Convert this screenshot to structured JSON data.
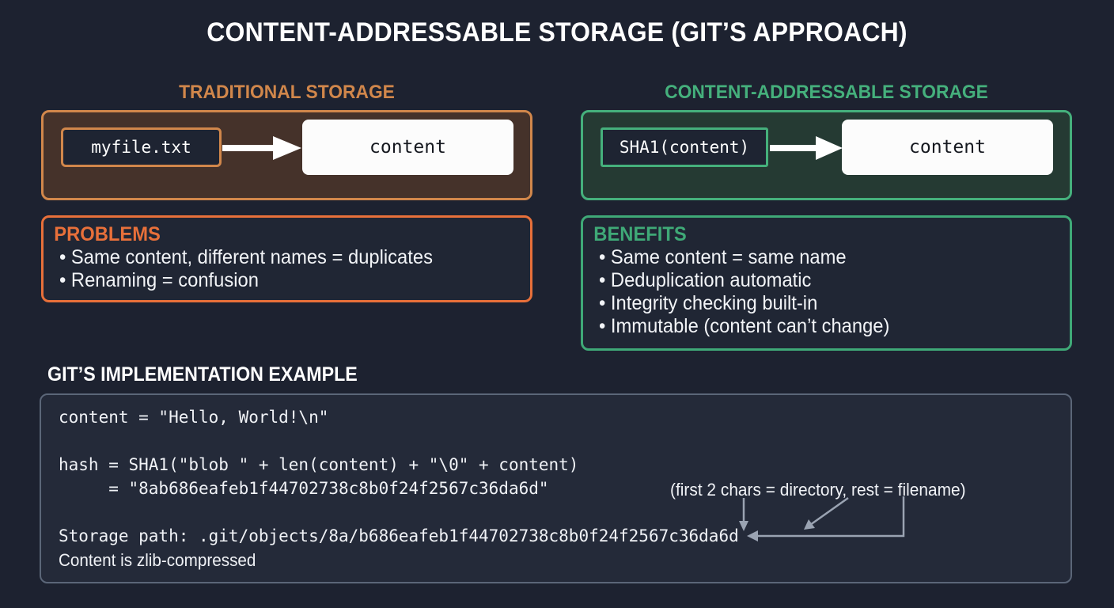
{
  "title": "CONTENT-ADDRESSABLE STORAGE (GIT’S APPROACH)",
  "colors": {
    "page_bg": "#1d2230",
    "orange_accent": "#d1874b",
    "orange_border": "#e8703a",
    "green_accent": "#45b07c",
    "green_border": "#3fa977",
    "panel_left_bg": "#45322a",
    "panel_right_bg": "#253a33",
    "code_bg": "#242a39",
    "code_border": "#5b6678",
    "text_white": "#f0f2f6"
  },
  "left": {
    "header": "TRADITIONAL STORAGE",
    "key_label": "myfile.txt",
    "value_label": "content",
    "arrow": "right-arrow-icon",
    "list": {
      "title": "PROBLEMS",
      "items": [
        "Same content, different names = duplicates",
        "Renaming = confusion"
      ]
    }
  },
  "right": {
    "header": "CONTENT-ADDRESSABLE STORAGE",
    "key_label": "SHA1(content)",
    "value_label": "content",
    "arrow": "right-arrow-icon",
    "list": {
      "title": "BENEFITS",
      "items": [
        "Same content = same name",
        "Deduplication automatic",
        "Integrity checking built-in",
        "Immutable (content can’t change)"
      ]
    }
  },
  "code_section": {
    "header": "GIT’S IMPLEMENTATION EXAMPLE",
    "line_content": "content = \"Hello, World!\\n\"",
    "line_hash_1": "hash = SHA1(\"blob \" + len(content) + \"\\0\" + content)",
    "line_hash_2": "     = \"8ab686eafeb1f44702738c8b0f24f2567c36da6d\"",
    "line_storage": "Storage path: .git/objects/8a/b686eafeb1f44702738c8b0f24f2567c36da6d",
    "line_note": "Content is zlib-compressed",
    "annotation": "(first 2 chars = directory, rest = filename)",
    "hash_value": "8ab686eafeb1f44702738c8b0f24f2567c36da6d",
    "dir_part": "8a",
    "file_part": "b686eafeb1f44702738c8b0f24f2567c36da6d"
  }
}
